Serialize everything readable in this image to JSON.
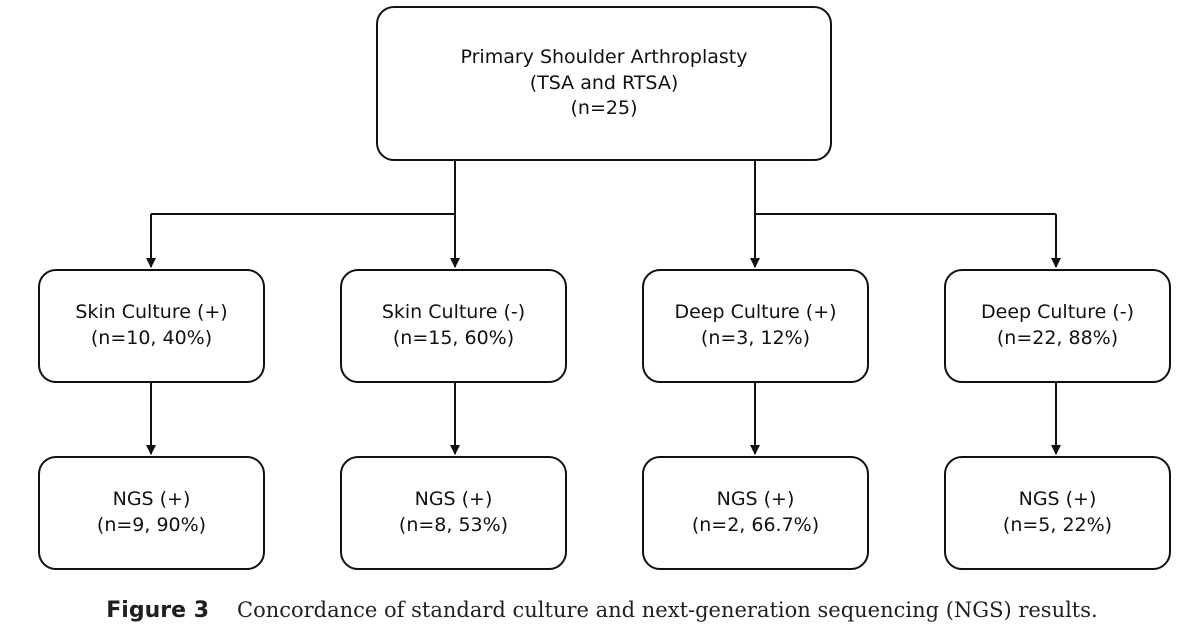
{
  "root": {
    "lines": [
      "Primary Shoulder Arthroplasty",
      "(TSA and RTSA)",
      "(n=25)"
    ]
  },
  "branches": [
    {
      "lines": [
        "Skin Culture (+)",
        "(n=10, 40%)"
      ],
      "child": [
        "NGS (+)",
        "(n=9, 90%)"
      ]
    },
    {
      "lines": [
        "Skin Culture (-)",
        "(n=15, 60%)"
      ],
      "child": [
        "NGS (+)",
        "(n=8, 53%)"
      ]
    },
    {
      "lines": [
        "Deep Culture (+)",
        "(n=3, 12%)"
      ],
      "child": [
        "NGS (+)",
        "(n=2, 66.7%)"
      ]
    },
    {
      "lines": [
        "Deep Culture (-)",
        "(n=22, 88%)"
      ],
      "child": [
        "NGS (+)",
        "(n=5, 22%)"
      ]
    }
  ],
  "caption": {
    "label": "Figure 3",
    "text": "Concordance of standard culture and next-generation sequencing (NGS) results."
  }
}
